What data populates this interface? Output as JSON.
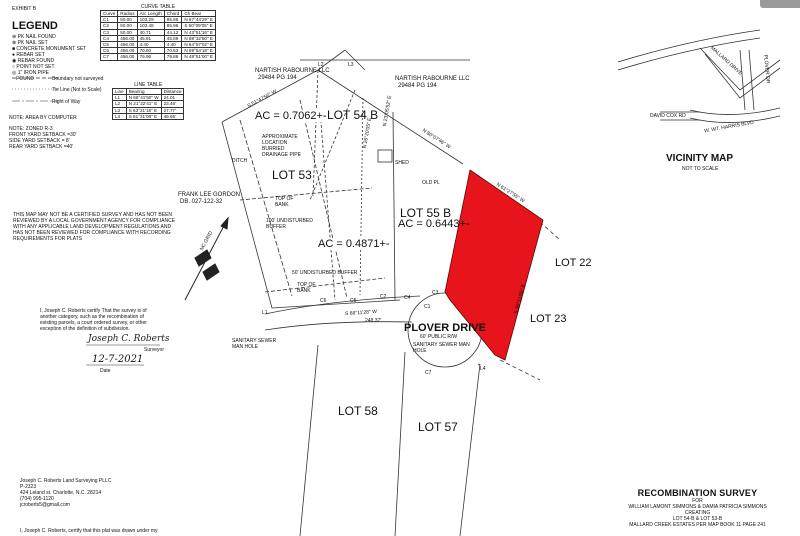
{
  "exhibit": "EXHIBIT B",
  "legend": {
    "title": "LEGEND",
    "items": [
      "PK NAIL FOUND",
      "PK NAIL SET",
      "CONCRETE MONUMENT SET",
      "REBAR SET",
      "REBAR FOUND",
      "POINT NOT SET",
      "1\" IRON PIPE",
      "FOUND"
    ],
    "lines": [
      "Boundary not surveyed",
      "Tie Line (Not to Scale)",
      "Right of Way"
    ],
    "area_note": "NOTE: AREA BY COMPUTER",
    "zoning": [
      "NOTE: ZONED R-3",
      "FRONT YARD SETBACK =30'",
      "SIDE YARD SETBACK = 8'",
      "REAR YARD SETBACK =40'"
    ]
  },
  "curve_table": {
    "title": "CURVE TABLE",
    "headers": [
      "Curve",
      "Radius",
      "Arc Length",
      "Chord",
      "Ch Bear"
    ],
    "rows": [
      [
        "C1",
        "50.00",
        "103.29",
        "85.86",
        "N 67°44'29\" E"
      ],
      [
        "C2",
        "50.00",
        "103.48",
        "85.96",
        "S 50°09'05\" E"
      ],
      [
        "C3",
        "50.00",
        "40.71",
        "44.12",
        "N 43°51'16\" E"
      ],
      [
        "C4",
        "456.00",
        "45.91",
        "45.89",
        "N 88°32'50\" E"
      ],
      [
        "C5",
        "456.00",
        "4.40",
        "4.40",
        "N 84°57'02\" E"
      ],
      [
        "C6",
        "456.00",
        "70.60",
        "70.53",
        "N 59°54'18\" E"
      ],
      [
        "C7",
        "456.00",
        "79.96",
        "79.86",
        "N 48°51'00\" E"
      ]
    ]
  },
  "line_table": {
    "title": "LINE TABLE",
    "headers": [
      "Line",
      "Bearing",
      "Distance"
    ],
    "rows": [
      [
        "L1",
        "N 66°41'50\" W",
        "24.01"
      ],
      [
        "L2",
        "N 21°22'41\" E",
        "23.46'"
      ],
      [
        "L3",
        "S 63°21'18\" E",
        "27.77'"
      ],
      [
        "L4",
        "S 81°31'08\" E",
        "49.65'"
      ]
    ]
  },
  "certification": "THIS MAP MAY NOT BE A CERTIFIED SURVEY AND HAS NOT BEEN REVIEWED BY A LOCAL GOVERNMENT AGENCY FOR COMPLIANCE WITH ANY APPLICABLE LAND DEVELOPMENT REGULATIONS AND HAS NOT BEEN REVIEWED FOR COMPLIANCE WITH RECORDING REQUIREMENTS FOR PLATS",
  "surveyor_statement": "I, Joseph C. Roberts certify That the survey is of another category, such as the recombination of existing parcels, a court ordered survey, or other exception of the definition of subdivision.",
  "signature": {
    "name": "Joseph C. Roberts",
    "role": "Surveyor",
    "date": "12-7-2021",
    "date_label": "Date"
  },
  "firm": [
    "Joseph C. Roberts Land Surveying PLLC",
    "P-2323",
    "424 Leland st. Charlotte, N.C. 28214",
    "(704) 995-1120",
    "jcroberts5@gmail.com"
  ],
  "bottom_note": "I, Joseph C. Roberts, certify that this plat was drawn under my",
  "vicinity": {
    "title": "VICINITY MAP",
    "subtitle": "NOT TO SCALE",
    "roads": [
      "MALLARD DRIVE",
      "PLOVER DR",
      "DAVID COX RD",
      "W. WT. HARRIS BLVD"
    ]
  },
  "owners": [
    {
      "name": "NARTISH RABOURNE LLC",
      "deed": "29484 PG 194"
    },
    {
      "name": "NARTISH RABOURNE LLC",
      "deed": "29484 PG 194"
    }
  ],
  "frank": {
    "name": "FRANK LEE GORDON",
    "deed": "DB. 027-122-32"
  },
  "lots": [
    "LOT 54 B",
    "LOT 53",
    "LOT 55 B",
    "LOT 22",
    "LOT 23",
    "LOT 58",
    "LOT 57"
  ],
  "areas": [
    "AC = 0.7062+-",
    "AC = 0.4871+-",
    "AC = 0.6443+-"
  ],
  "street": {
    "name": "PLOVER DRIVE",
    "row": "60' PUBLIC R/W"
  },
  "plan_notes": [
    "APPROXIMATE LOCATION BURRIED DRAINAGE PIPE",
    "DITCH",
    "TOP OF BANK",
    "100' UNDISTURBED BUFFER",
    "50' UNDISTURBED BUFFER",
    "TOP OF BANK",
    "SHED",
    "OLD PL",
    "SANITARY SEWER MAN HOLE",
    "SANITARY SEWER MAN HOLE"
  ],
  "bearing_labels": [
    "S 51°47'56\" W",
    "S 68°11'28\" W",
    "248.37'",
    "N 80°07'46\" W",
    "N 61°27'55\" W",
    "S 80°11'55\" E",
    "N 26°20'05\" E",
    "N 23°05'52\" E",
    "L1",
    "L2",
    "L3",
    "L4",
    "C1",
    "C2",
    "C3",
    "C4",
    "C5",
    "C6",
    "C7"
  ],
  "north_label": "NC GRID",
  "title_block": {
    "title": "RECOMBINATION SURVEY",
    "for": "FOR",
    "owners": "WILLIAM LAMONT SIMMONS & DAMIA PATRICIA SIMMONS",
    "creating": "CREATING",
    "lots": "LOT 54-B & LOT 53-B",
    "ref": "MALLARD CREEK ESTATES PER MAP BOOK 11 PAGE 241"
  },
  "colors": {
    "highlight": "#e8141c",
    "line": "#333333"
  }
}
